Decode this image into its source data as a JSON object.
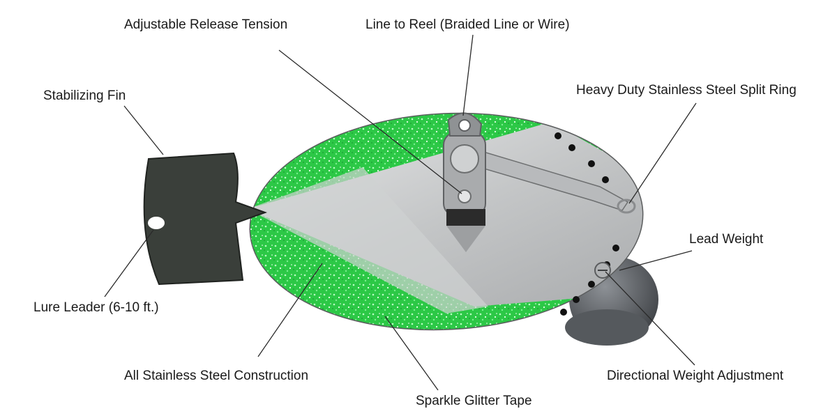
{
  "callouts": {
    "release_tension": "Adjustable Release Tension",
    "line_to_reel": "Line to Reel (Braided Line or Wire)",
    "split_ring": "Heavy Duty Stainless Steel Split Ring",
    "stabilizing_fin": "Stabilizing Fin",
    "lead_weight": "Lead Weight",
    "lure_leader": "Lure Leader (6-10 ft.)",
    "stainless_construction": "All Stainless Steel Construction",
    "weight_adjustment": "Directional Weight Adjustment",
    "glitter_tape": "Sparkle Glitter Tape"
  },
  "colors": {
    "glitter_green": "#2fd14a",
    "steel": "#c9cbcc",
    "fin_dark": "#3a3f3a",
    "lead": "#6e7276",
    "line": "#2a2a2a"
  }
}
